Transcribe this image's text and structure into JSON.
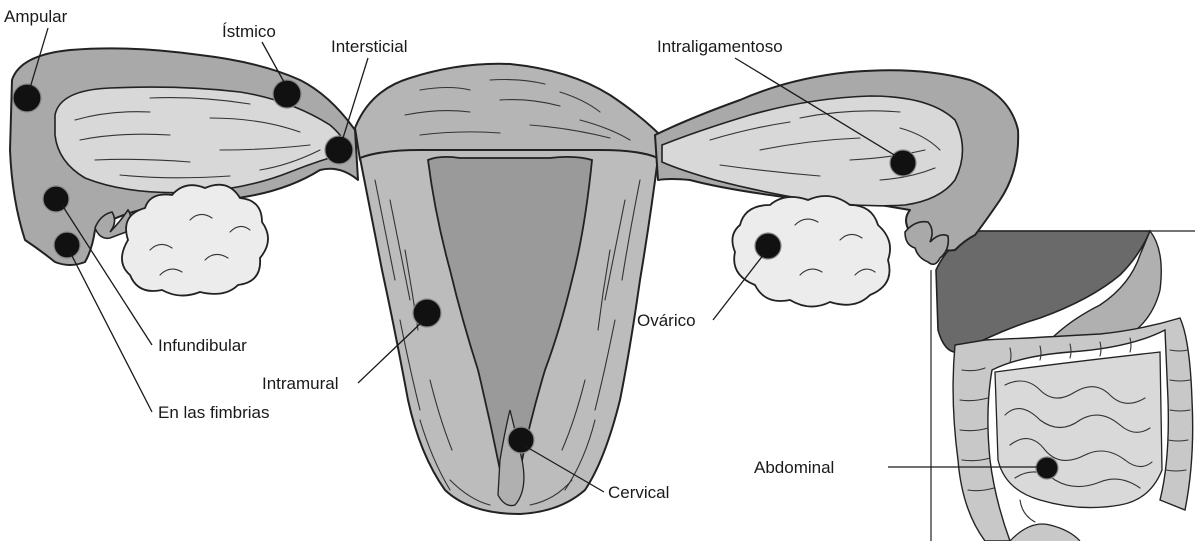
{
  "labels": {
    "ampular": "Ampular",
    "istmico": "Ístmico",
    "intersticial": "Intersticial",
    "intraligamentoso": "Intraligamentoso",
    "infundibular": "Infundibular",
    "fimbrias": "En las fimbrias",
    "intramural": "Intramural",
    "ovarico": "Ovárico",
    "cervical": "Cervical",
    "abdominal": "Abdominal"
  },
  "colors": {
    "tube_outer": "#a9a9a9",
    "tube_inner": "#d8d8d8",
    "uterus_wall": "#bcbcbc",
    "uterus_cavity": "#9a9a9a",
    "ovary": "#ececec",
    "liver": "#6a6a6a",
    "intestine": "#d4d4d4",
    "site_marker": "#111111",
    "line": "#1a1a1a"
  }
}
